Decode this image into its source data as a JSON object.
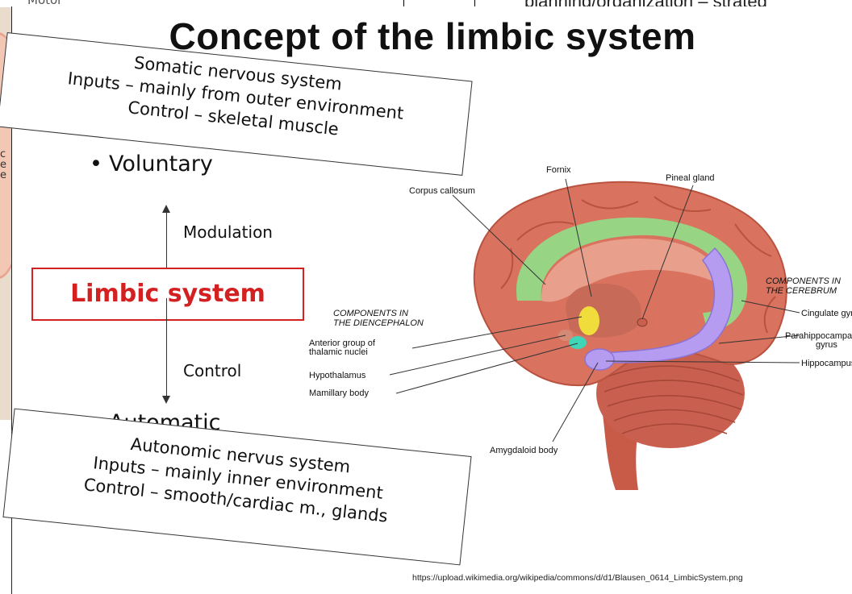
{
  "background": {
    "left_fragment": "c e e",
    "top_left_fragment": "Motor",
    "top_right_fragment": "planning/organization – strateg"
  },
  "slide": {
    "title": "Concept of the limbic system",
    "somatic": {
      "heading": "Somatic nervous system",
      "inputs": "Inputs – mainly from outer environment",
      "control": "Control – skeletal muscle"
    },
    "voluntary": "Voluntary",
    "modulation": "Modulation",
    "limbic": "Limbic system",
    "control_label": "Control",
    "automatic": "Automatic",
    "autonomic": {
      "heading": "Autonomic nervus system",
      "inputs": "Inputs – mainly inner environment",
      "control": "Control – smooth/cardiac m., glands"
    },
    "source_url": "https://upload.wikimedia.org/wikipedia/commons/d/d1/Blausen_0614_LimbicSystem.png"
  },
  "brain": {
    "labels": {
      "corpus_callosum": "Corpus callosum",
      "fornix": "Fornix",
      "pineal": "Pineal gland",
      "dien_heading_1": "COMPONENTS IN",
      "dien_heading_2": "THE DIENCEPHALON",
      "anterior_1": "Anterior group of",
      "anterior_2": "thalamic nuclei",
      "hypothalamus": "Hypothalamus",
      "mamillary": "Mamillary body",
      "amygdaloid": "Amygdaloid body",
      "cereb_heading_1": "COMPONENTS IN",
      "cereb_heading_2": "THE CEREBRUM",
      "cingulate": "Cingulate gyrus",
      "parahippo_1": "Parahippocampal",
      "parahippo_2": "gyrus",
      "hippocampus": "Hippocampus"
    },
    "colors": {
      "cortex": "#d9735f",
      "cingulate": "#8fe08a",
      "hippocampus": "#b59cf0",
      "thalamic": "#f0dc3a",
      "mamillary": "#3fd6b8",
      "cerebellum": "#c9604f"
    }
  }
}
